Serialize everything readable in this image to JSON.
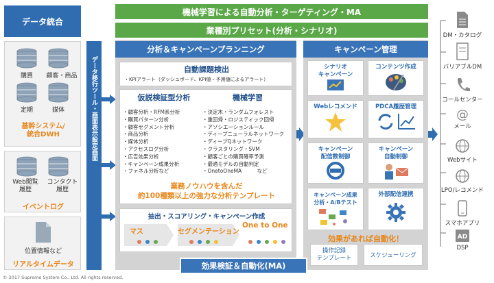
{
  "top_bars": {
    "line1": "機械学習による自動分析・ターゲティング・MA",
    "line2": "業種別プリセット(分析・シナリオ)"
  },
  "left": {
    "header": "データ統合",
    "base_system": {
      "items": [
        "購買",
        "顧客・商品",
        "定期",
        "媒体"
      ],
      "title": "基幹システム/\n統合DWH"
    },
    "event_log": {
      "items": [
        "Web閲覧\n履歴",
        "コンタクト\n履歴"
      ],
      "title": "イベントログ"
    },
    "realtime": {
      "item": "位置情報など",
      "title": "リアルタイムデータ"
    },
    "vertical_label": "データ移行ツール・画面表示設定画面"
  },
  "analysis": {
    "header": "分析＆キャンペーンプランニング",
    "auto_issue": {
      "title": "自動課題検出",
      "desc": "・KPIアラート（ダッシュボード、KPI値・予測値によるアラート）"
    },
    "hypothesis": {
      "title": "仮説検証型分析",
      "items": [
        "・顧客分析・RFM系分析",
        "・購買パターン分析",
        "・顧客セグメント分析",
        "・商品分析",
        "・媒体分析",
        "・アクセスログ分析",
        "・広告効果分析",
        "・キャンペーン成果分析",
        "・ファネル分析など"
      ]
    },
    "ml": {
      "title": "機械学習",
      "items": [
        "・決定木・ランダムフォレスト",
        "・重回帰・ロジスティック回帰",
        "・アソシエーションルール",
        "・ディープニューラルネットワーク",
        "・ディープQネットワーク",
        "・クラスタリング・SVM",
        "・顧客ごとの購買確率予測",
        "・最適モデルの自動判定",
        "・OnetoOneMA　　　など"
      ]
    },
    "template_note": "業務ノウハウを含んだ\n約100種類以上の強力な分析テンプレート",
    "extraction": {
      "title": "抽出・スコアリング・キャンペーン作成",
      "mass": "マス",
      "seg": "セグメンテーション",
      "one": "One to One"
    }
  },
  "campaign": {
    "header": "キャンペーン管理",
    "boxes": [
      {
        "label": "シナリオ\nキャンペーン",
        "icon": "scenario-icon"
      },
      {
        "label": "コンテンツ作成",
        "icon": "palette-icon"
      },
      {
        "label": "Webレコメンド",
        "icon": "star-icon"
      },
      {
        "label": "PDCA履歴管理",
        "icon": "cycle-chart-icon"
      },
      {
        "label": "キャンペーン\n配信数制御",
        "icon": "prohibit-icon"
      },
      {
        "label": "キャンペーン\n自動制御",
        "icon": "auto-control-icon"
      },
      {
        "label": "キャンペーン成果\n分析・A/Bテスト",
        "icon": "ab-test-icon"
      },
      {
        "label": "外部配信連携",
        "icon": "gear-icon"
      }
    ],
    "effect": "効果があれば自動化！",
    "bottom_items": [
      "操作記録\nテンプレート",
      "スケジューリング"
    ]
  },
  "bottom_bar": "効果検証＆自動化(MA)",
  "channels": [
    {
      "label": "DM・カタログ",
      "icon": "document-icon"
    },
    {
      "label": "バリアブルDM",
      "icon": "variable-dm-icon"
    },
    {
      "label": "コールセンター",
      "icon": "phone-icon"
    },
    {
      "label": "メール",
      "icon": "at-icon"
    },
    {
      "label": "Webサイト",
      "icon": "globe-icon"
    },
    {
      "label": "LPO/レコメンド",
      "icon": "globe-icon"
    },
    {
      "label": "スマホアプリ",
      "icon": "smartphone-icon"
    },
    {
      "label": "DSP",
      "icon": "ad-icon"
    }
  ],
  "copyright": "© 2017 Supreme System Co., Ltd. All rights reserved.",
  "colors": {
    "green": "#5aa847",
    "blue": "#2f6db0",
    "orange": "#e8861a",
    "gray": "#d3d3d3"
  }
}
